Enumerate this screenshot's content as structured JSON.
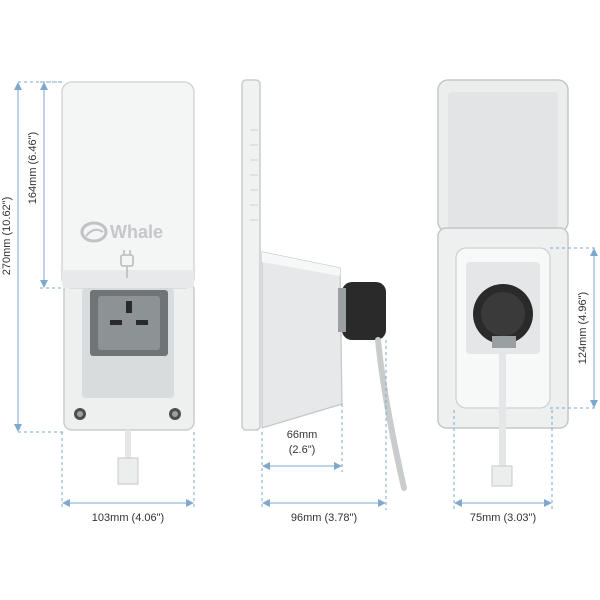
{
  "brand": "Whale",
  "colors": {
    "dimension_line": "#7fa8cc",
    "housing": "#f2f3f3",
    "housing_edge": "#c9cccd",
    "inner_grey": "#d9dcdd",
    "socket_dark": "#6f7476",
    "plug_black": "#2a2a2a",
    "text": "#333333"
  },
  "icons": [
    "whale-logo-icon",
    "plug-icon",
    "uk-socket-icon"
  ],
  "dimensions": {
    "height_total": "270mm (10.62\")",
    "height_lid": "164mm (6.46\")",
    "width_front": "103mm (4.06\")",
    "depth_body": "66mm",
    "depth_body_in": "(2.6\")",
    "depth_total": "96mm (3.78\")",
    "width_socket_plate": "75mm (3.03\")",
    "height_socket_plate": "124mm (4.96\")"
  }
}
